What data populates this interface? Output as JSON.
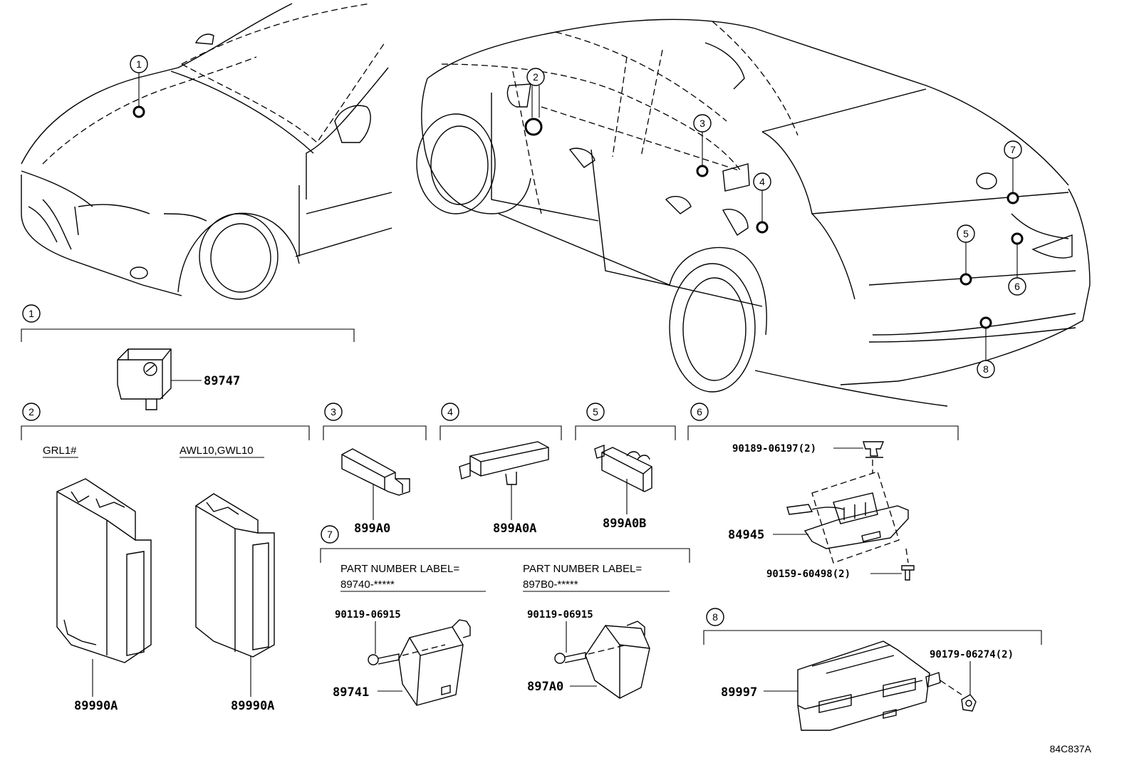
{
  "callouts": [
    "1",
    "2",
    "3",
    "4",
    "5",
    "6",
    "7",
    "8"
  ],
  "groups": {
    "g1": {
      "num": "1",
      "parts": {
        "p89747": "89747"
      }
    },
    "g2": {
      "num": "2",
      "variant_a": "GRL1#",
      "variant_b": "AWL10,GWL10",
      "parts": {
        "left": "89990A",
        "right": "89990A"
      }
    },
    "g3": {
      "num": "3",
      "parts": {
        "p899A0": "899A0"
      }
    },
    "g4": {
      "num": "4",
      "parts": {
        "p899A0A": "899A0A"
      }
    },
    "g5": {
      "num": "5",
      "parts": {
        "p899A0B": "899A0B"
      }
    },
    "g6": {
      "num": "6",
      "parts": {
        "clip": "90189-06197(2)",
        "handle": "84945",
        "screw": "90159-60498(2)"
      }
    },
    "g7": {
      "num": "7",
      "label_left": "PART NUMBER LABEL=",
      "label_left_pn": "89740-*****",
      "label_right": "PART NUMBER LABEL=",
      "label_right_pn": "897B0-*****",
      "parts": {
        "bolt_left": "90119-06915",
        "unit_left": "89741",
        "bolt_right": "90119-06915",
        "unit_right": "897A0"
      }
    },
    "g8": {
      "num": "8",
      "parts": {
        "unit": "89997",
        "nut": "90179-06274(2)"
      }
    }
  },
  "diagram_ref": "84C837A"
}
